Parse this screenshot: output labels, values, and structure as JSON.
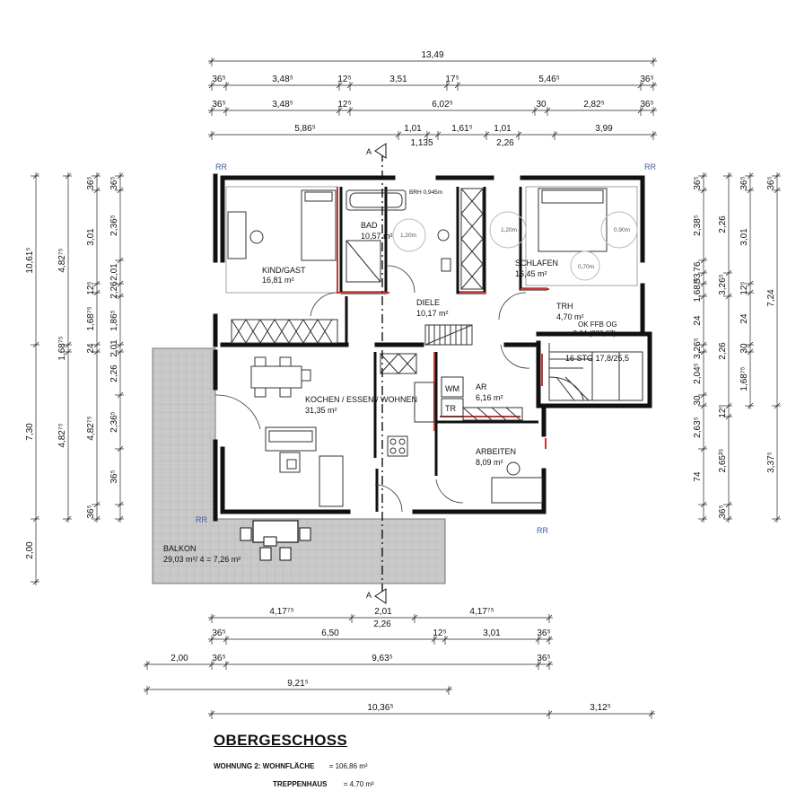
{
  "title": "OBERGESCHOSS",
  "summary": {
    "row1_label": "WOHNUNG 2:  WOHNFLÄCHE",
    "row1_value": "=  106,86 m²",
    "row2_label": "TREPPENHAUS",
    "row2_value": "=     4,70 m²"
  },
  "rooms": {
    "kind": {
      "name": "KIND/GAST",
      "area": "16,81 m²"
    },
    "bad": {
      "name": "BAD",
      "area": "10,57 m²"
    },
    "diele": {
      "name": "DIELE",
      "area": "10,17 m²"
    },
    "schlafen": {
      "name": "SCHLAFEN",
      "area": "16,45 m²"
    },
    "trh": {
      "name": "TRH",
      "area": "4,70 m²"
    },
    "kochen": {
      "name": "KOCHEN / ESSEN / WOHNEN",
      "area": "31,35 m²"
    },
    "ar": {
      "name": "AR",
      "area": "6,16 m²"
    },
    "arbeiten": {
      "name": "ARBEITEN",
      "area": "8,09 m²"
    },
    "balkon": {
      "name": "BALKON",
      "area": "29,03 m²/ 4 = 7,26 m²"
    }
  },
  "labels": {
    "wm": "WM",
    "tr": "TR",
    "brh": "BRH 0,945m",
    "okffb": "OK FFB OG",
    "okffb_val": "+2,84 (220,67)",
    "stairs": "16 STG 17,8/25,5",
    "rr": "RR",
    "section": "A",
    "c120a": "1,20m",
    "c120b": "1,20m",
    "c090": "0,90m",
    "c070": "0,70m"
  },
  "dims_top": {
    "r1": [
      "13,49"
    ],
    "r2": [
      "36⁵",
      "3,48⁵",
      "12⁵",
      "3,51",
      "17⁵",
      "5,46⁵",
      "36⁵"
    ],
    "r3": [
      "36⁵",
      "3,48⁵",
      "12⁵",
      "6,02⁵",
      "30",
      "2,82⁵",
      "36⁵"
    ],
    "r4": [
      "5,86⁵",
      "1,01",
      "1,135",
      "1,61⁵",
      "1,01",
      "2,26",
      "3,99"
    ]
  },
  "dims_bottom": {
    "r1": [
      "4,17⁷⁵",
      "2,01",
      "2,26",
      "4,17⁷⁵"
    ],
    "r2": [
      "36⁵",
      "6,50",
      "12⁵",
      "3,01",
      "36⁵"
    ],
    "r3": [
      "2,00",
      "36⁵",
      "9,63⁵",
      "36⁵"
    ],
    "r4": [
      "9,21⁵"
    ],
    "r5": [
      "10,36⁵",
      "3,12⁵"
    ]
  },
  "dims_left": {
    "c1": [
      "10,61⁵",
      "7,30",
      "2,00"
    ],
    "c2": [
      "4,82⁷⁵",
      "1,68⁷⁵",
      "4,82⁷⁵"
    ],
    "c3": [
      "36⁵",
      "3,01",
      "12⁵",
      "1,68⁷⁵",
      "24",
      "4,82⁷⁵",
      "36⁵"
    ],
    "c4": [
      "36⁵",
      "2,36⁵",
      "2,01",
      "2,26",
      "1,86⁵",
      "2,01",
      "2,26",
      "2,36⁵",
      "36⁵"
    ]
  },
  "dims_right": {
    "c1": [
      "36⁵",
      "2,38⁵",
      "76",
      "53",
      "1,68⁷⁵",
      "24",
      "3,26⁵",
      "2,04⁵",
      "30",
      "2,63⁵",
      "74"
    ],
    "c2": [
      "2,26",
      "3,26⁵",
      "2,26",
      "12⁵",
      "2,65²⁵",
      "36⁵"
    ],
    "c3": [
      "36⁵",
      "3,01",
      "12⁵",
      "24",
      "30",
      "1,68⁷⁵"
    ],
    "c4": [
      "36⁵",
      "7,24",
      "3,37⁵"
    ]
  },
  "colors": {
    "wall": "#111111",
    "partition": "#cc3333",
    "balkon_fill": "#c8c8c8",
    "dimension": "#222222"
  }
}
